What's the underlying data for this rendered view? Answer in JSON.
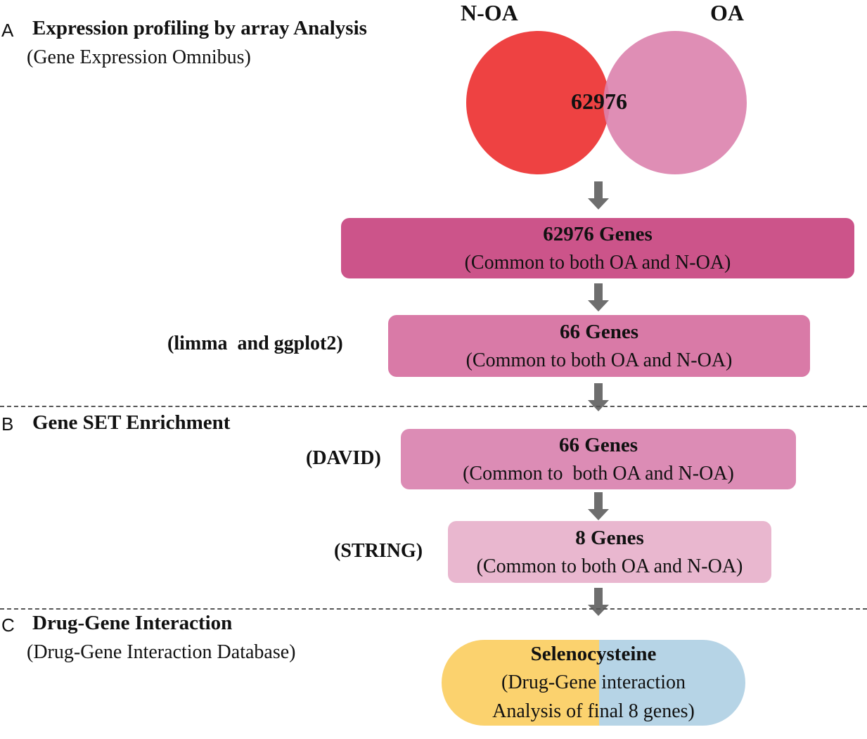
{
  "colors": {
    "circle_noa": "#ee4242",
    "circle_oa": "#dc82ad",
    "box1": "#cc548a",
    "box2": "#d97aa7",
    "box3": "#dc8cb5",
    "box4": "#e9b7cf",
    "capsule_left": "#fbd26e",
    "capsule_right": "#b6d4e6",
    "arrow": "#6e6e6e"
  },
  "sectionA": {
    "letter": "A",
    "title": "Expression profiling by array Analysis",
    "subtitle": "(Gene Expression Omnibus)"
  },
  "venn": {
    "left_label": "N-OA",
    "right_label": "OA",
    "overlap_value": "62976"
  },
  "box1": {
    "title": "62976 Genes",
    "subtitle": "(Common to both OA and N-OA)"
  },
  "box2": {
    "side_label": "(limma  and ggplot2)",
    "title": "66 Genes",
    "subtitle": "(Common to both OA and N-OA)"
  },
  "sectionB": {
    "letter": "B",
    "title": "Gene SET Enrichment"
  },
  "box3": {
    "side_label": "(DAVID)",
    "title": "66 Genes",
    "subtitle": "(Common to  both OA and N-OA)"
  },
  "box4": {
    "side_label": "(STRING)",
    "title": "8 Genes",
    "subtitle": "(Common to both OA and N-OA)"
  },
  "sectionC": {
    "letter": "C",
    "title": "Drug-Gene Interaction",
    "subtitle": "(Drug-Gene Interaction Database)"
  },
  "capsule": {
    "title": "Selenocysteine",
    "line1": "(Drug-Gene interaction",
    "line2": "Analysis of final 8 genes)"
  }
}
